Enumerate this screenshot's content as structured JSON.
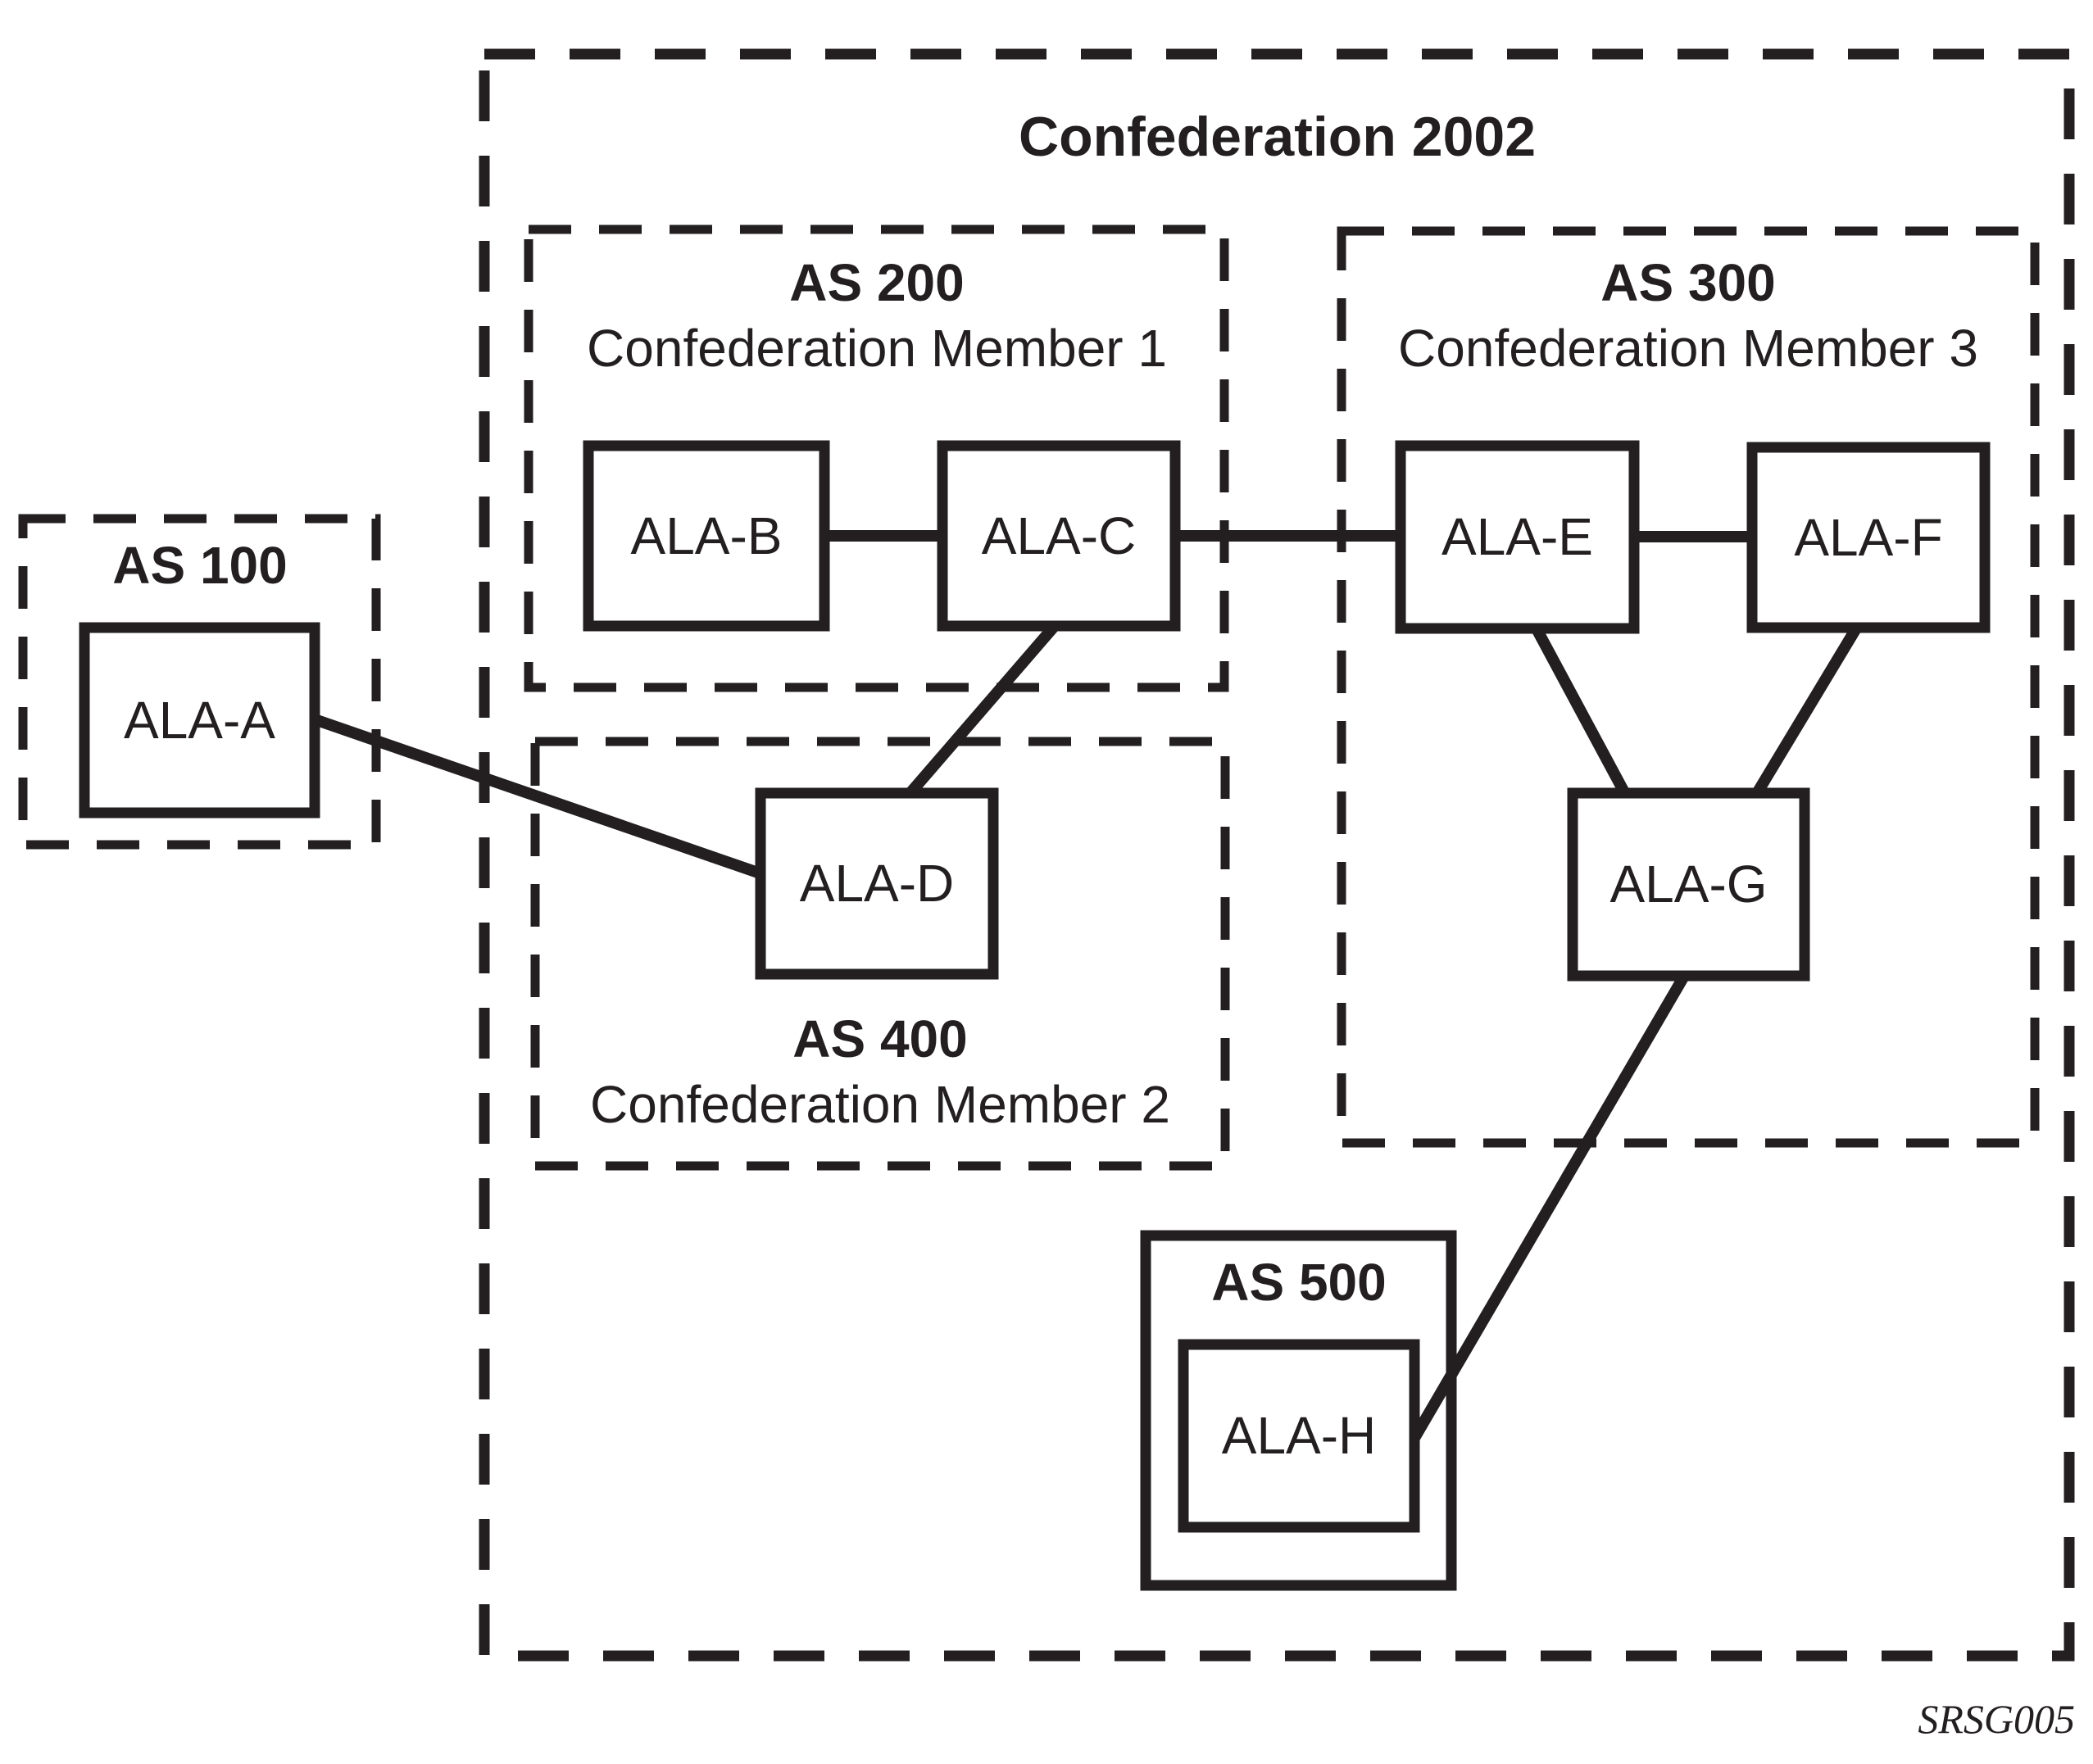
{
  "diagram": {
    "title": "Confederation 2002",
    "watermark": "SRSG005",
    "type": "network-topology"
  },
  "groups": {
    "as100": {
      "name": "AS 100"
    },
    "as200": {
      "name": "AS 200",
      "subtitle": "Confederation Member 1"
    },
    "as300": {
      "name": "AS 300",
      "subtitle": "Confederation Member 3"
    },
    "as400": {
      "name": "AS 400",
      "subtitle": "Confederation Member 2"
    },
    "as500": {
      "name": "AS 500"
    }
  },
  "routers": {
    "ala_a": "ALA-A",
    "ala_b": "ALA-B",
    "ala_c": "ALA-C",
    "ala_d": "ALA-D",
    "ala_e": "ALA-E",
    "ala_f": "ALA-F",
    "ala_g": "ALA-G",
    "ala_h": "ALA-H"
  },
  "links": [
    {
      "from": "ALA-B",
      "to": "ALA-C"
    },
    {
      "from": "ALA-C",
      "to": "ALA-E"
    },
    {
      "from": "ALA-E",
      "to": "ALA-F"
    },
    {
      "from": "ALA-A",
      "to": "ALA-D"
    },
    {
      "from": "ALA-C",
      "to": "ALA-D"
    },
    {
      "from": "ALA-E",
      "to": "ALA-G"
    },
    {
      "from": "ALA-F",
      "to": "ALA-G"
    },
    {
      "from": "ALA-G",
      "to": "ALA-H"
    }
  ],
  "colors": {
    "ink": "#231f20",
    "background": "#ffffff"
  }
}
